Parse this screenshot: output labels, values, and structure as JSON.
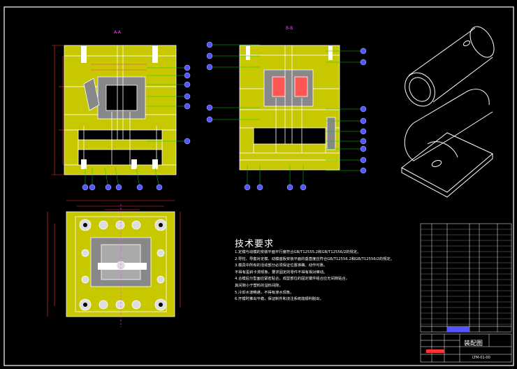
{
  "section_labels": {
    "a": "A-A",
    "b": "B-B"
  },
  "tech_notes": {
    "title": "技术要求",
    "lines": [
      "1.定模与动模的安装平面平行度符合GB/T12555.2和GB/T12556/2的规定。",
      "2.导柱、导套对定模、动模座板安装平面的垂直度应符合GB/T12556.2和GB/T12556/2的规定。",
      "3.模具中所有的活动部分必须保证位置准确、动作可靠。",
      "  不得有歪斜卡滞现象，要求固定的零件不得有相对窜动。",
      "4.合模后分型面应紧密贴合，成型部位的固定镶件组合应无间隙贴合，",
      "  其间隙小于塑料的溢料间隙。",
      "5.冷却水道畅通，不得有渗水现象。",
      "6.开模时推出平稳，保证制件和浇注系统能顺利脱出。"
    ]
  },
  "title_block": {
    "name": "装配图",
    "drawing_no": "LTM-01-00"
  },
  "colors": {
    "background": "#000000",
    "outline": "#ffffff",
    "balloon": "#5555ff",
    "leader": "#00cc00",
    "dimension": "#ff3333",
    "section": "#ff44ff",
    "body": "#ffff66",
    "body_dark": "#c8c800"
  }
}
